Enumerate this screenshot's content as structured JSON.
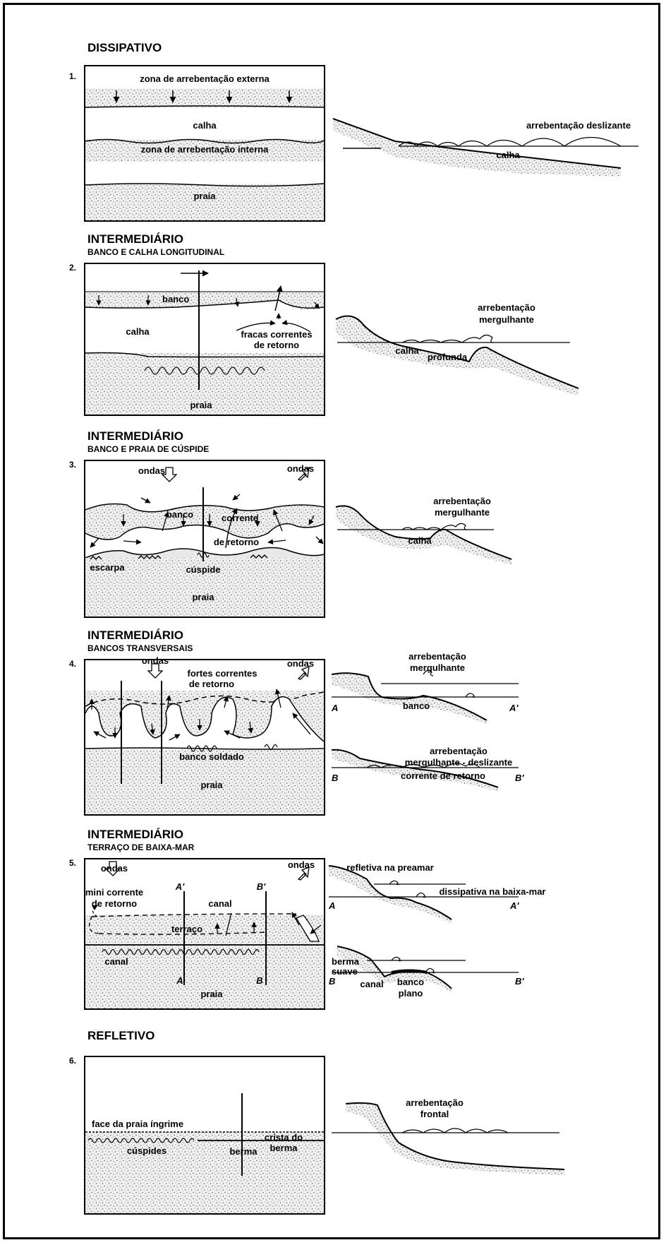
{
  "panels": [
    {
      "title": "DISSIPATIVO",
      "subtitle": "",
      "number": "1.",
      "plan_labels": [
        "zona de arrebentação externa",
        "calha",
        "zona de arrebentação interna",
        "praia"
      ],
      "profile_labels": [
        "arrebentação deslizante",
        "calha"
      ]
    },
    {
      "title": "INTERMEDIÁRIO",
      "subtitle": "BANCO E CALHA LONGITUDINAL",
      "number": "2.",
      "plan_labels": [
        "banco",
        "calha",
        "fracas correntes",
        "de retorno",
        "praia"
      ],
      "profile_labels": [
        "arrebentação",
        "mergulhante",
        "calha",
        "profunda"
      ]
    },
    {
      "title": "INTERMEDIÁRIO",
      "subtitle": "BANCO E PRAIA DE CÚSPIDE",
      "number": "3.",
      "plan_labels": [
        "ondas",
        "ondas",
        "banco",
        "corrente",
        "de retorno",
        "escarpa",
        "cúspide",
        "praia"
      ],
      "profile_labels": [
        "arrebentação",
        "mergulhante",
        "calha"
      ]
    },
    {
      "title": "INTERMEDIÁRIO",
      "subtitle": "BANCOS TRANSVERSAIS",
      "number": "4.",
      "plan_labels": [
        "ondas",
        "fortes correntes",
        "de retorno",
        "ondas",
        "banco soldado",
        "praia"
      ],
      "profile_labels": [
        "arrebentação",
        "mergulhante",
        "banco",
        "A",
        "A'",
        "arrebentação",
        "mergulhante - deslizante",
        "corrente de retorno",
        "B",
        "B'"
      ]
    },
    {
      "title": "INTERMEDIÁRIO",
      "subtitle": "TERRAÇO DE BAIXA-MAR",
      "number": "5.",
      "plan_labels": [
        "ondas",
        "mini corrente",
        "de retorno",
        "ondas",
        "A'",
        "B'",
        "canal",
        "terraço",
        "canal",
        "A",
        "B",
        "praia"
      ],
      "profile_labels": [
        "refletiva na preamar",
        "dissipativa na baixa-mar",
        "A",
        "A'",
        "berma",
        "suave",
        "banco",
        "plano",
        "canal",
        "B",
        "B'"
      ]
    },
    {
      "title": "REFLETIVO",
      "subtitle": "",
      "number": "6.",
      "plan_labels": [
        "face da praia íngrime",
        "crista do",
        "berma",
        "cúspides",
        "berma"
      ],
      "profile_labels": [
        "arrebentação",
        "frontal"
      ]
    }
  ],
  "colors": {
    "ink": "#000000",
    "sand": "#bdbdbd",
    "paper": "#ffffff"
  }
}
